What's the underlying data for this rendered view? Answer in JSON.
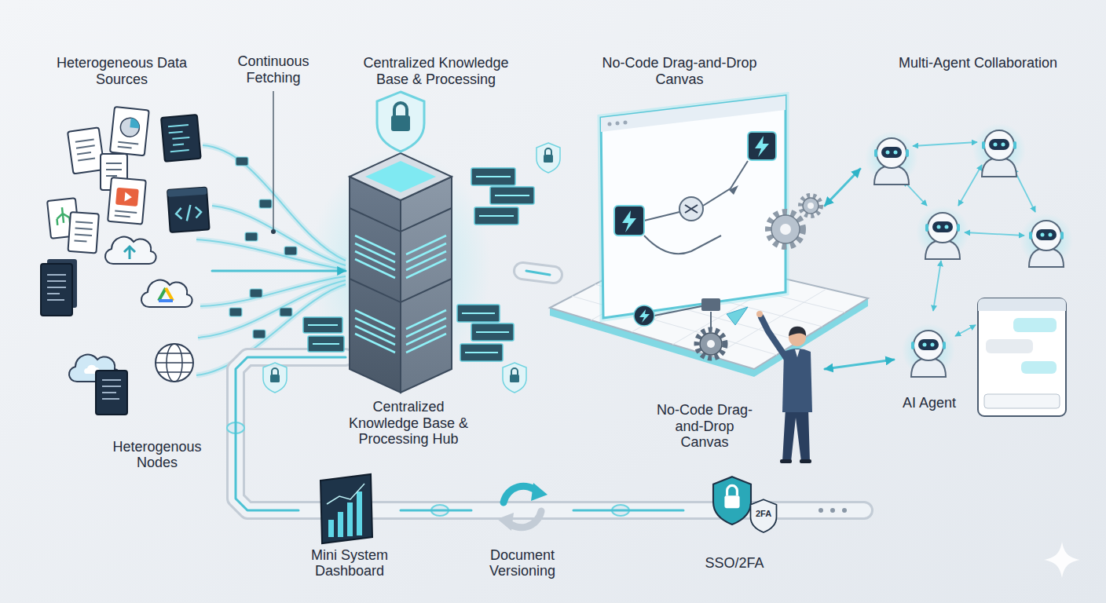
{
  "diagram": {
    "nodes": [
      {
        "text": [
          "Heterogeneous Data Sources",
          "Heterogenous Nodes"
        ]
      },
      {
        "text": [
          "Centralized Knowledge Base & Processing",
          "Centralized Knowledge Base & Processing Hub"
        ]
      },
      {
        "text": [
          "No-Code Drag-and-Drop Canvas",
          "No-Code Drag-and-Drop Canvas"
        ]
      },
      {
        "text": [
          "Multi-Agent Collaboration"
        ]
      },
      {
        "text": [
          "AI Agent"
        ],
        "in": 3
      },
      {
        "text": [
          "Mini System Dashboard"
        ]
      },
      {
        "text": [
          "Document Versioning"
        ]
      },
      {
        "text": [
          "SSO/2FA"
        ]
      }
    ],
    "edges": [
      {
        "from": 0,
        "to": 1,
        "arrow": "to"
      },
      {
        "from": 1,
        "to": 2,
        "arrow": "none"
      },
      {
        "from": 2,
        "to": 3,
        "arrow": "both"
      },
      {
        "from": 2,
        "to": 4,
        "arrow": "both"
      },
      {
        "from": 1,
        "to": 5,
        "arrow": "none"
      },
      {
        "from": 5,
        "to": 6,
        "arrow": "none"
      },
      {
        "from": 6,
        "to": 7,
        "arrow": "none"
      }
    ],
    "labels": [
      "Continuous Fetching",
      "2FA"
    ]
  }
}
